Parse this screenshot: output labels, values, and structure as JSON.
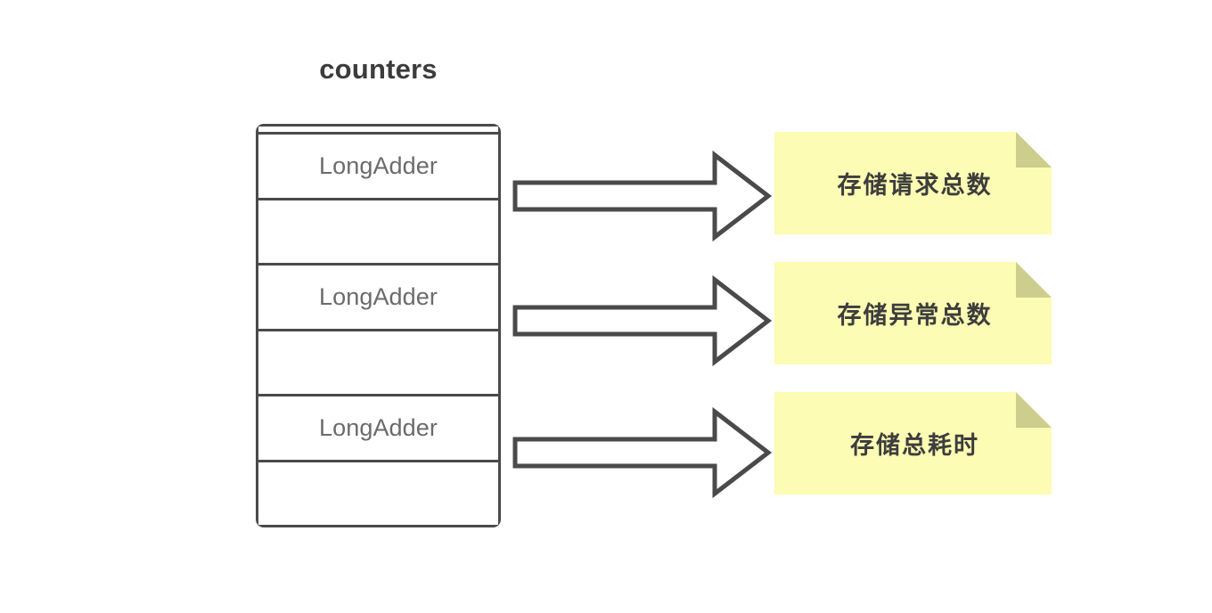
{
  "diagram": {
    "title": "counters",
    "title_color": "#3c3c3c",
    "background_color": "#ffffff",
    "stroke_color": "#4a4a4a",
    "note_fill_color": "#fcfcb4",
    "note_fold_color": "#cdcd8d",
    "note_text_color": "#3d3d3d",
    "slot_label_color": "#6b6b6b"
  },
  "counters": {
    "slots": [
      {
        "label": "LongAdder",
        "filled": true
      },
      {
        "label": "",
        "filled": false
      },
      {
        "label": "LongAdder",
        "filled": true
      },
      {
        "label": "",
        "filled": false
      },
      {
        "label": "LongAdder",
        "filled": true
      },
      {
        "label": "",
        "filled": false
      }
    ]
  },
  "arrows": [
    {
      "name": "arrow-to-note-1",
      "direction": "right"
    },
    {
      "name": "arrow-to-note-2",
      "direction": "right"
    },
    {
      "name": "arrow-to-note-3",
      "direction": "right"
    }
  ],
  "notes": [
    {
      "text": "存储请求总数"
    },
    {
      "text": "存储异常总数"
    },
    {
      "text": "存储总耗时"
    }
  ]
}
